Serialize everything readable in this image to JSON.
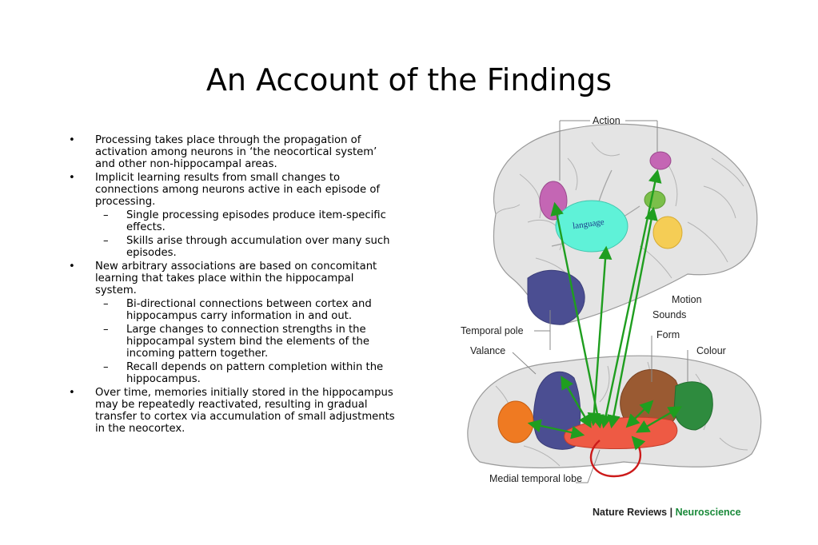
{
  "title": "An Account of the Findings",
  "bullets": [
    {
      "text": "Processing takes place through the propagation of activation among neurons in ‘the neocortical system’ and other non-hippocampal areas.",
      "subs": []
    },
    {
      "text": "Implicit learning results from small changes to connections among neurons active in each episode of processing.",
      "subs": [
        "Single processing episodes produce item-specific effects.",
        "Skills arise through accumulation over many such episodes."
      ]
    },
    {
      "text": "New arbitrary associations are based on concomitant learning that takes place within the hippocampal system.",
      "subs": [
        "Bi-directional connections between cortex and hippocampus carry information in and out.",
        "Large changes to connection strengths in the hippocampal system bind the elements of the incoming pattern together.",
        "Recall depends on pattern completion within the hippocampus."
      ]
    },
    {
      "text": "Over time, memories initially stored in the hippocampus may be repeatedly reactivated, resulting in gradual transfer to cortex via accumulation of small adjustments in the neocortex.",
      "subs": []
    }
  ],
  "diagram": {
    "labels": {
      "action": "Action",
      "language": "language",
      "motion": "Motion",
      "sounds": "Sounds",
      "temporal_pole": "Temporal pole",
      "form": "Form",
      "colour": "Colour",
      "valance": "Valance",
      "medial_temporal_lobe": "Medial temporal lobe"
    },
    "colors": {
      "action": "#c466b4",
      "motion": "#7bbf4a",
      "sounds": "#f5cd55",
      "language": "#5ff2d8",
      "temporal_pole": "#4b4e92",
      "form": "#9a5a32",
      "colour": "#2e8b3e",
      "valance": "#ef7a22",
      "medial_temporal_lobe": "#ee5a44",
      "arrows": "#1f9e1f",
      "loop": "#cc1a1a"
    }
  },
  "credit": {
    "publisher": "Nature Reviews",
    "separator": "|",
    "journal": "Neuroscience"
  }
}
